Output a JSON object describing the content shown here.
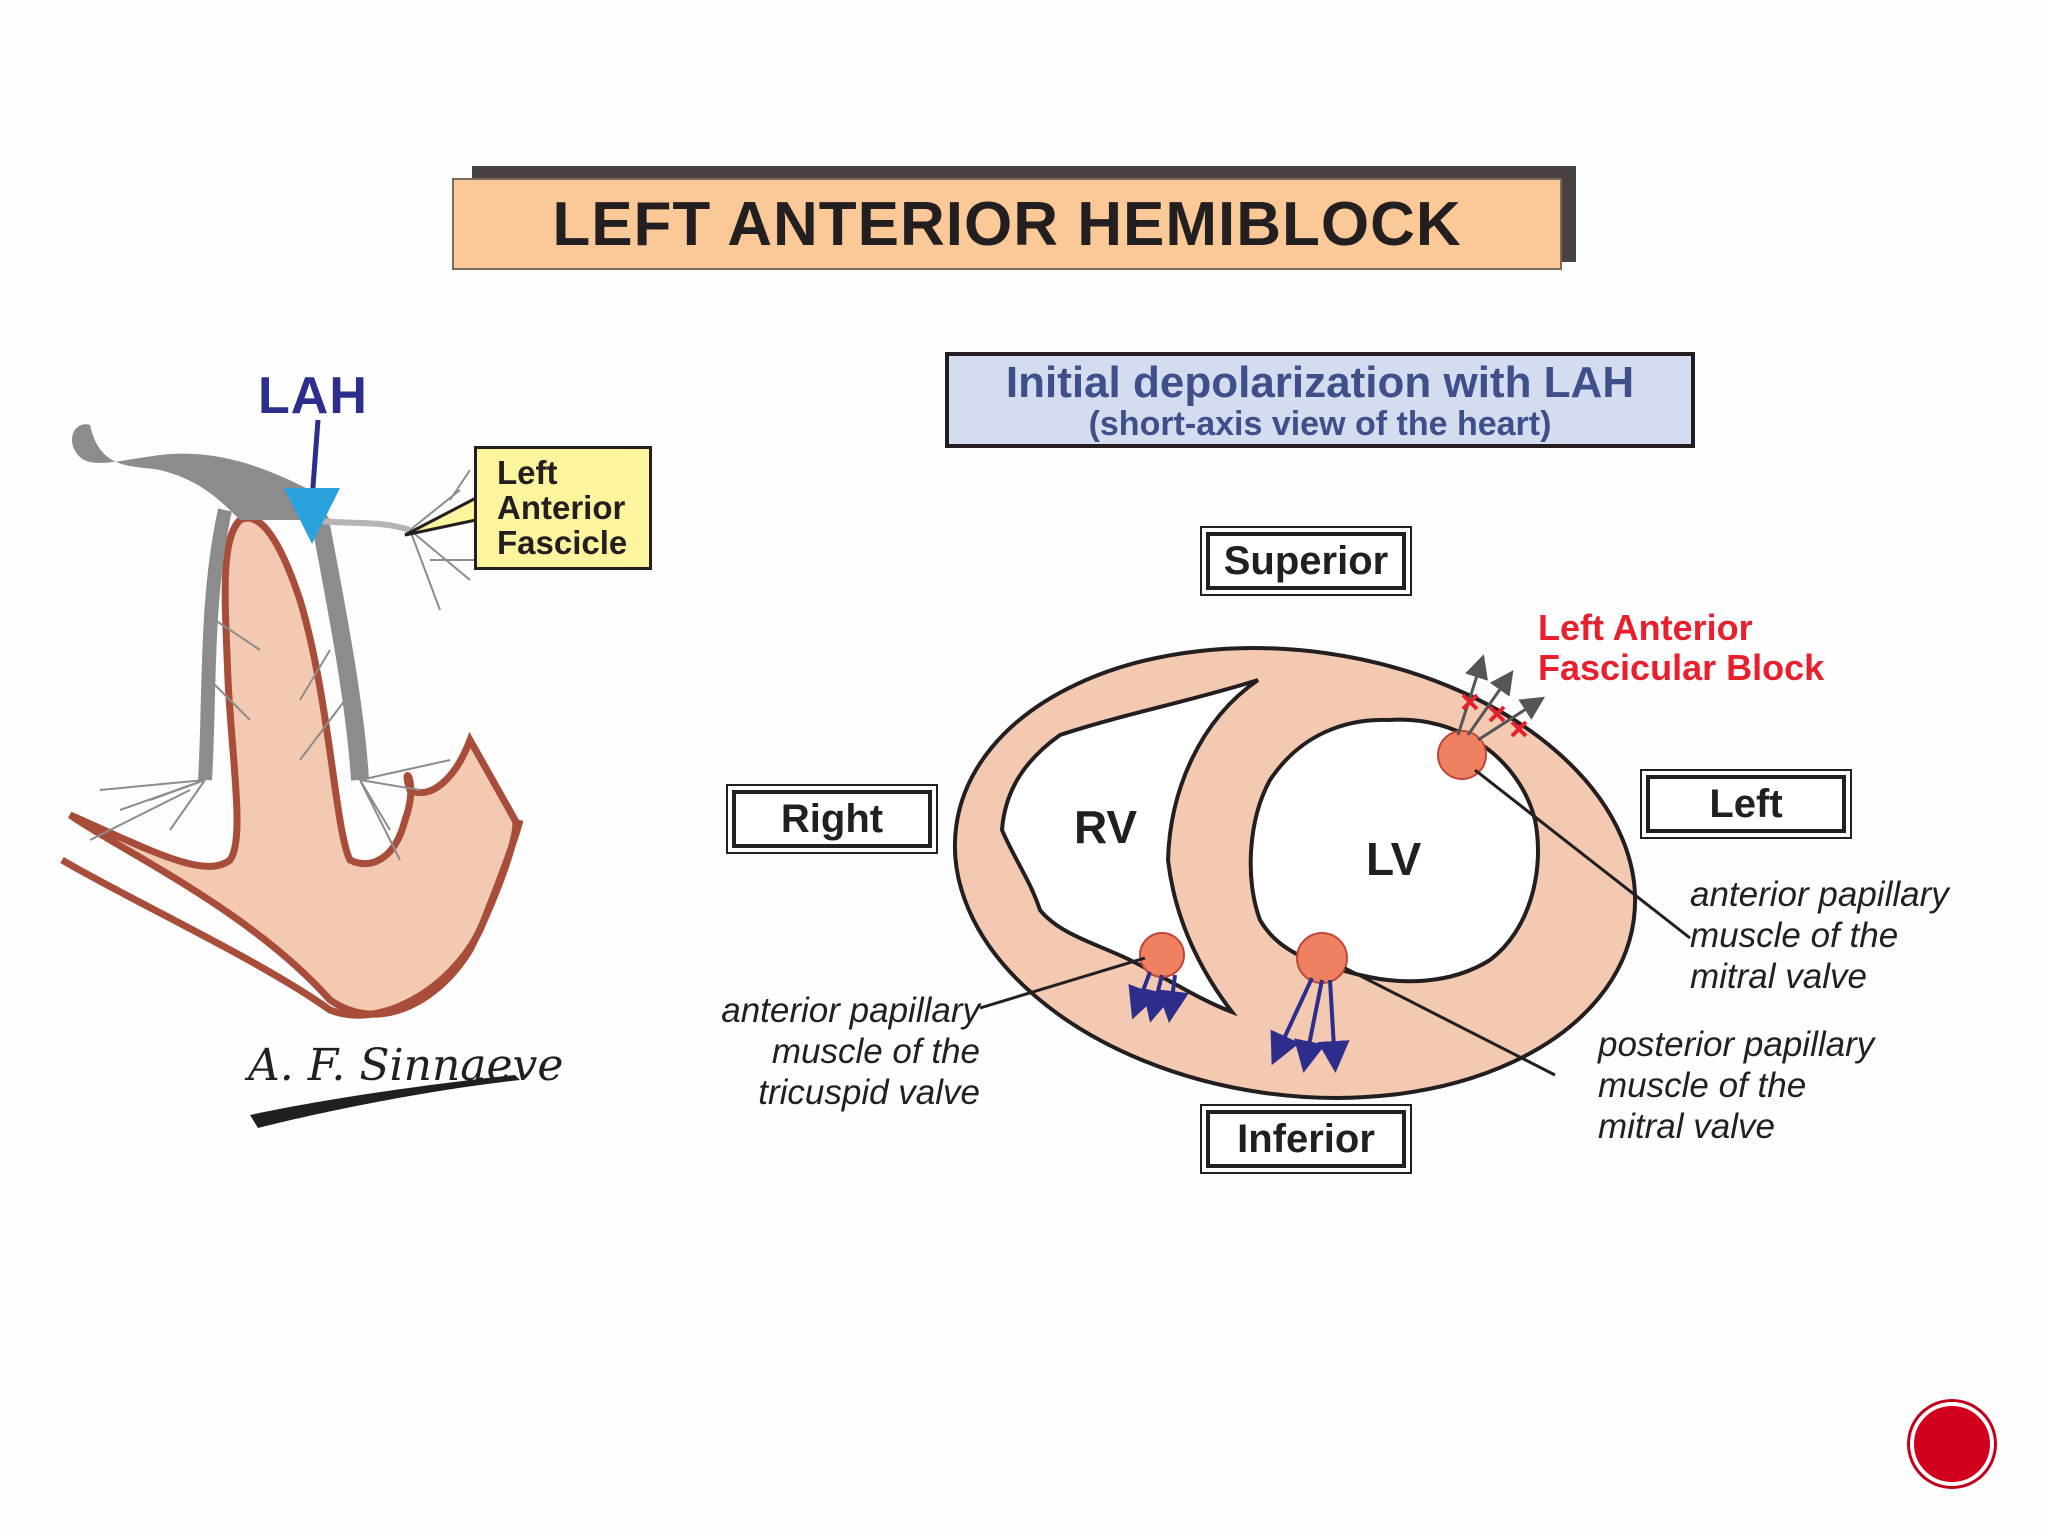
{
  "title": "LEFT ANTERIOR HEMIBLOCK",
  "subtitle": {
    "main": "Initial depolarization with LAH",
    "sub": "(short-axis view of the heart)"
  },
  "left_diagram": {
    "lah_label": "LAH",
    "callout_lines": [
      "Left",
      "Anterior",
      "Fascicle"
    ],
    "signature": "A. F. Sinnaeve"
  },
  "short_axis": {
    "directions": {
      "superior": "Superior",
      "inferior": "Inferior",
      "right": "Right",
      "left": "Left"
    },
    "chambers": {
      "rv": "RV",
      "lv": "LV"
    },
    "block_label_lines": [
      "Left Anterior",
      "Fascicular Block"
    ],
    "notes": {
      "tricuspid": [
        "anterior papillary",
        "muscle of the",
        "tricuspid valve"
      ],
      "anterior_mitral": [
        "anterior papillary",
        "muscle of the",
        "mitral valve"
      ],
      "posterior_mitral": [
        "posterior papillary",
        "muscle of the",
        "mitral valve"
      ]
    }
  },
  "colors": {
    "myocardium": "#f4c9b1",
    "conduction": "#8c8c8c",
    "papillary": "#ef8060",
    "arrow_blue": "#2d2e8c",
    "block_red": "#e8202d",
    "title_bg": "#fbc998",
    "subtitle_bg": "#d4dcef",
    "callout_bg": "#fdf59e"
  },
  "nav": {
    "icon": "record-button-icon"
  }
}
